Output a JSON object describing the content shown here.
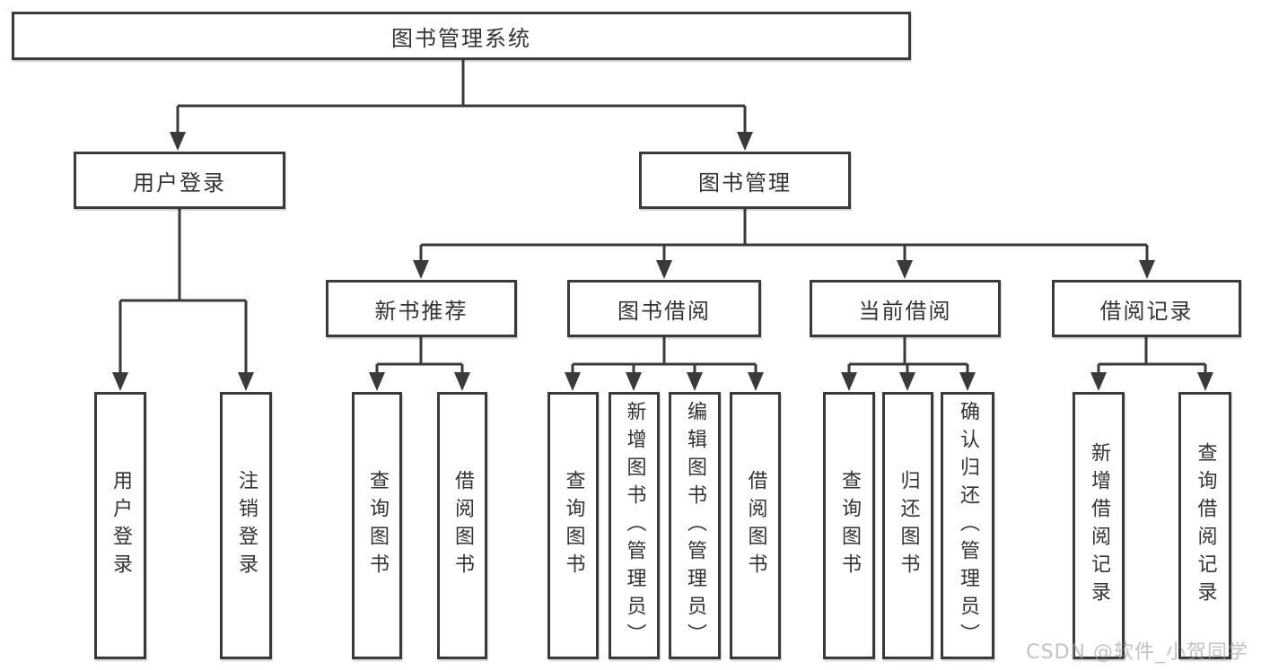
{
  "diagram": {
    "type": "tree",
    "nodes": {
      "root": {
        "label": "图书管理系统"
      },
      "user_login": {
        "label": "用户登录"
      },
      "book_management": {
        "label": "图书管理"
      },
      "new_book_recommend": {
        "label": "新书推荐"
      },
      "book_borrowing": {
        "label": "图书借阅"
      },
      "current_borrowing": {
        "label": "当前借阅"
      },
      "borrowing_records": {
        "label": "借阅记录"
      },
      "leaves": [
        {
          "label": "用户登录"
        },
        {
          "label": "注销登录"
        },
        {
          "label": "查询图书"
        },
        {
          "label": "借阅图书"
        },
        {
          "label": "查询图书"
        },
        {
          "label": "新增图书（管理员）"
        },
        {
          "label": "编辑图书（管理员）"
        },
        {
          "label": "借阅图书"
        },
        {
          "label": "查询图书"
        },
        {
          "label": "归还图书"
        },
        {
          "label": "确认归还（管理员）"
        },
        {
          "label": "新增借阅记录"
        },
        {
          "label": "查询借阅记录"
        }
      ]
    },
    "hierarchy": [
      {
        "parent": "图书管理系统",
        "children": [
          "用户登录",
          "图书管理"
        ]
      },
      {
        "parent": "用户登录",
        "children": [
          "用户登录",
          "注销登录"
        ]
      },
      {
        "parent": "图书管理",
        "children": [
          "新书推荐",
          "图书借阅",
          "当前借阅",
          "借阅记录"
        ]
      },
      {
        "parent": "新书推荐",
        "children": [
          "查询图书",
          "借阅图书"
        ]
      },
      {
        "parent": "图书借阅",
        "children": [
          "查询图书",
          "新增图书（管理员）",
          "编辑图书（管理员）",
          "借阅图书"
        ]
      },
      {
        "parent": "当前借阅",
        "children": [
          "查询图书",
          "归还图书",
          "确认归还（管理员）"
        ]
      },
      {
        "parent": "借阅记录",
        "children": [
          "新增借阅记录",
          "查询借阅记录"
        ]
      }
    ]
  },
  "watermark": {
    "text": "CSDN @软件_小贺同学"
  },
  "colors": {
    "line": "#3a3a3a",
    "text": "#333333",
    "box_fill": "#ffffff",
    "watermark_text": "#9e9e9e",
    "background": "#ffffff"
  }
}
